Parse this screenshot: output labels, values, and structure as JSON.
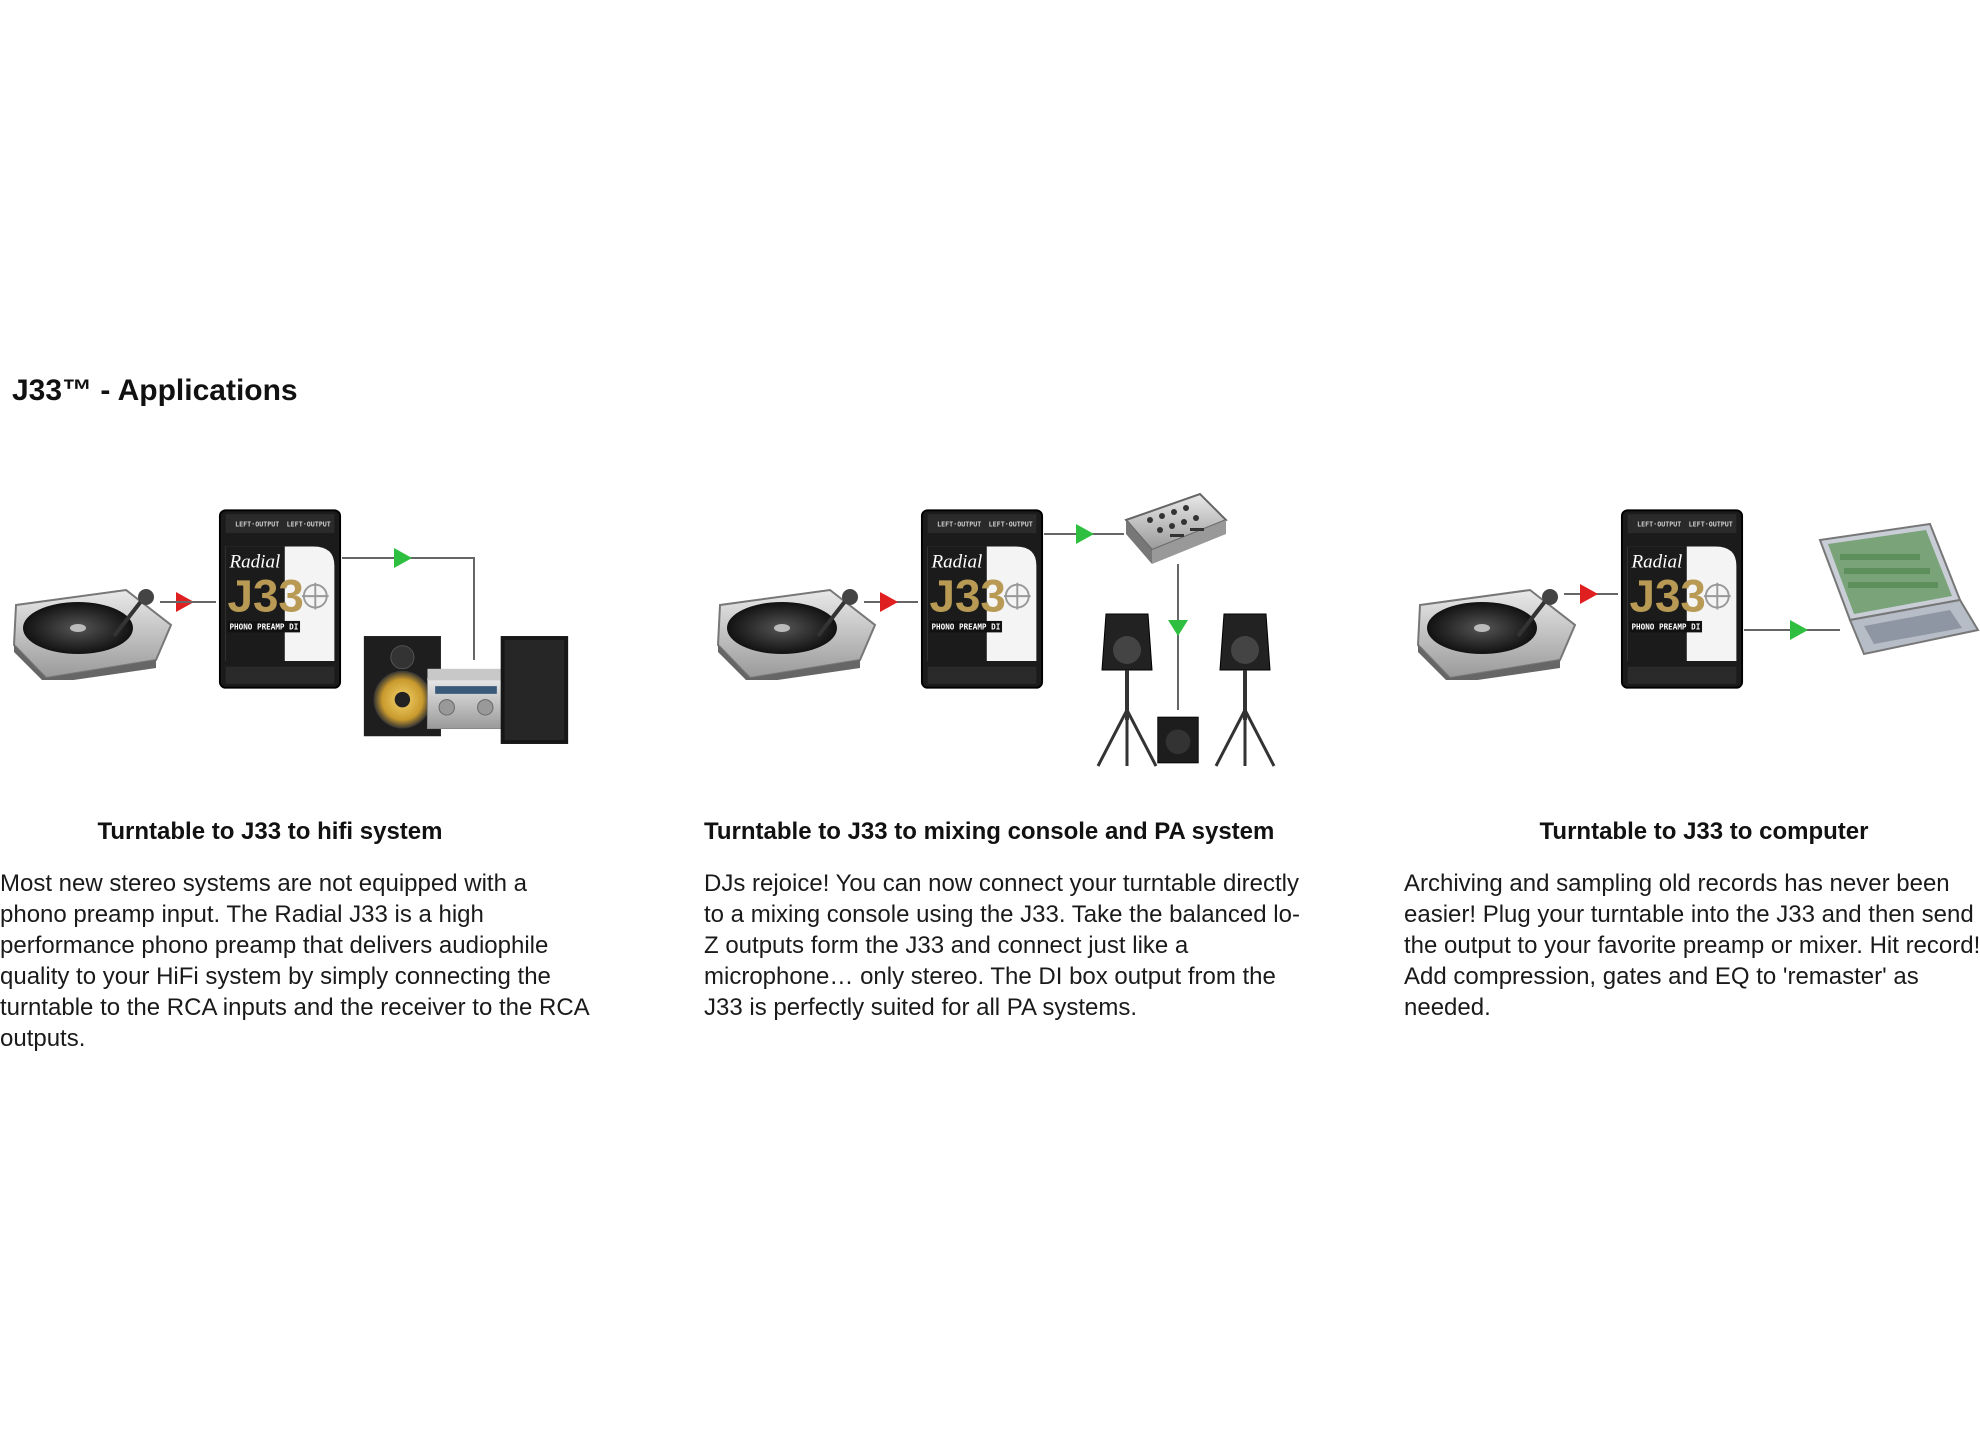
{
  "page": {
    "title": "J33™ - Applications"
  },
  "colors": {
    "arrow_in": "#e02020",
    "arrow_out": "#2fbf40",
    "device_body": "#1b1b1b",
    "logo_gold": "#b89a55"
  },
  "device": {
    "brand": "Radial",
    "model": "J33",
    "label": "PHONO PREAMP DI"
  },
  "applications": [
    {
      "caption": "Turntable to J33 to hifi system",
      "description": "Most new stereo systems are not equipped with a phono preamp input. The Radial J33 is a high performance phono preamp that delivers audiophile quality to your HiFi system by simply connecting the turntable to the RCA inputs and the receiver to the RCA outputs.",
      "icons": [
        "turntable-icon",
        "j33-preamp-icon",
        "hifi-speakers-icon",
        "stereo-receiver-icon"
      ]
    },
    {
      "caption": "Turntable to J33 to mixing console and PA system",
      "description": "DJs rejoice! You can now connect your turntable directly to a mixing console using the J33. Take the balanced lo-Z outputs form the J33 and connect just like a microphone… only stereo. The DI box output from the J33 is perfectly suited for all PA systems.",
      "icons": [
        "turntable-icon",
        "j33-preamp-icon",
        "mixing-console-icon",
        "pa-speaker-icon",
        "subwoofer-icon"
      ]
    },
    {
      "caption": "Turntable to J33 to computer",
      "description": "Archiving and sampling old records has never been easier! Plug your turntable into the J33 and then send the output to your favorite preamp or mixer. Hit record! Add compression, gates and EQ to 'remaster' as needed.",
      "icons": [
        "turntable-icon",
        "j33-preamp-icon",
        "laptop-icon"
      ]
    }
  ]
}
